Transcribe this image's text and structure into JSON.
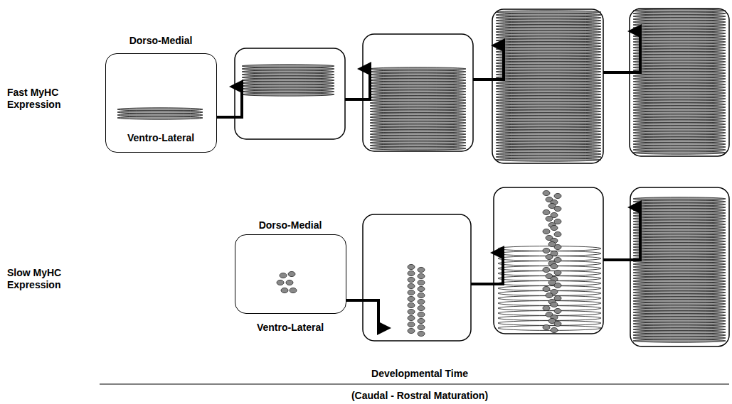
{
  "diagram": {
    "nodes": [
      {
        "text": [
          "Dorso-Medial",
          "Ventro-Lateral"
        ]
      },
      {
        "text": [
          "Dorso-Medial",
          "Ventro-Lateral"
        ]
      }
    ],
    "labels": [
      "Fast MyHC Expression",
      "Slow MyHC Expression",
      "Developmental Time",
      "(Caudal - Rostral Maturation)"
    ]
  }
}
